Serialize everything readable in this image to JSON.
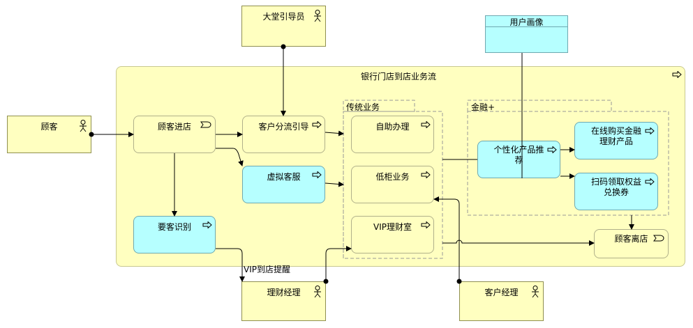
{
  "colors": {
    "yellow": "#ffffc0",
    "cyan": "#b6ffff",
    "line": "#000000"
  },
  "diagram": {
    "main_group": "银行门店到店业务流",
    "group_traditional": "传统业务",
    "group_finance": "金融+",
    "actors": {
      "lobby_guide": "大堂引导员",
      "customer": "顾客",
      "wealth_manager": "理财经理",
      "account_manager": "客户经理"
    },
    "data_object": "用户画像",
    "processes": {
      "customer_enter": "顾客进店",
      "customer_routing": "客户分流引导",
      "virtual_service": "虚拟客服",
      "vip_recognition": "要客识别",
      "self_service": "自助办理",
      "low_counter": "低柜业务",
      "vip_room": "VIP理财室",
      "personalized": "个性化产品推\n荐",
      "online_buy": "在线购买金融\n理财产品",
      "scan_rights": "扫码领取权益\n兑换券",
      "customer_leave": "顾客离店"
    },
    "edge_label": "VIP到店提醒"
  }
}
